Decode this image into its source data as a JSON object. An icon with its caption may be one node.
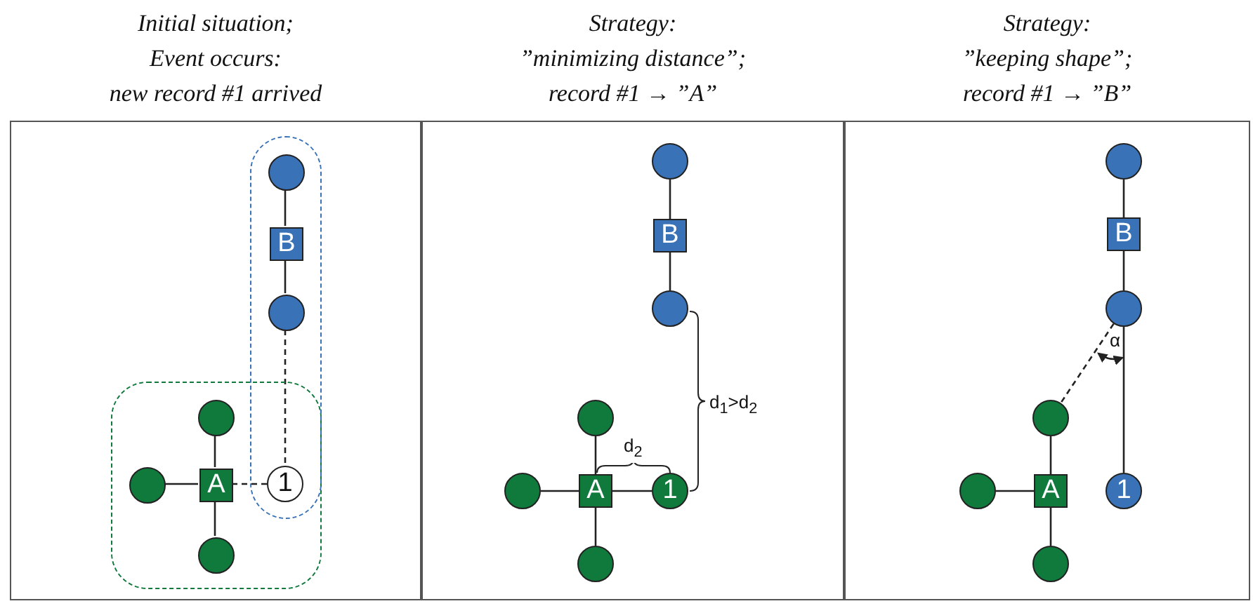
{
  "diagram": {
    "nodes": [
      {
        "text": [
          "Initial situation; Event occurs: new record #1 arrived"
        ]
      },
      {
        "text": [],
        "shape": "box",
        "in": 0
      },
      {
        "text": [],
        "shape": "box",
        "in": 0
      },
      {
        "text": [],
        "shape": "circle",
        "in": 2
      },
      {
        "text": [
          "B"
        ],
        "in": 2
      },
      {
        "text": [],
        "shape": "circle",
        "in": 2
      },
      {
        "text": [
          "1"
        ]
      },
      {
        "text": [],
        "shape": "circle",
        "in": 1
      },
      {
        "text": [],
        "shape": "circle",
        "in": 1
      },
      {
        "text": [
          "A"
        ],
        "in": 1
      },
      {
        "text": [],
        "shape": "circle",
        "in": 1
      },
      {
        "text": [
          "Strategy: ”minimizing distance”; record #1 → ”A”"
        ]
      },
      {
        "text": [],
        "shape": "circle",
        "in": 11
      },
      {
        "text": [
          "B"
        ],
        "in": 11
      },
      {
        "text": [],
        "shape": "circle",
        "in": 11
      },
      {
        "text": [],
        "shape": "circle",
        "in": 11
      },
      {
        "text": [],
        "shape": "circle",
        "in": 11
      },
      {
        "text": [
          "A"
        ],
        "in": 11
      },
      {
        "text": [
          "1"
        ],
        "in": 11
      },
      {
        "text": [],
        "shape": "circle",
        "in": 11
      },
      {
        "text": [
          "Strategy: ”keeping shape”; record #1 → ”B”"
        ]
      },
      {
        "text": [],
        "shape": "circle",
        "in": 20
      },
      {
        "text": [
          "B"
        ],
        "in": 20
      },
      {
        "text": [],
        "shape": "circle",
        "in": 20
      },
      {
        "text": [],
        "shape": "circle",
        "in": 20
      },
      {
        "text": [],
        "shape": "circle",
        "in": 20
      },
      {
        "text": [
          "A"
        ],
        "in": 20
      },
      {
        "text": [
          "1"
        ],
        "in": 20
      },
      {
        "text": [],
        "shape": "circle",
        "in": 20
      }
    ],
    "edges": [
      {
        "from": 3,
        "to": 4,
        "arrow": "none"
      },
      {
        "from": 4,
        "to": 5,
        "arrow": "none"
      },
      {
        "from": 5,
        "to": 6,
        "arrow": "none",
        "style": "dashed"
      },
      {
        "from": 9,
        "to": 7,
        "arrow": "none"
      },
      {
        "from": 9,
        "to": 8,
        "arrow": "none"
      },
      {
        "from": 9,
        "to": 10,
        "arrow": "none"
      },
      {
        "from": 9,
        "to": 6,
        "arrow": "none",
        "style": "dashed"
      },
      {
        "from": 12,
        "to": 13,
        "arrow": "none"
      },
      {
        "from": 13,
        "to": 14,
        "arrow": "none"
      },
      {
        "from": 17,
        "to": 15,
        "arrow": "none"
      },
      {
        "from": 17,
        "to": 16,
        "arrow": "none"
      },
      {
        "from": 17,
        "to": 19,
        "arrow": "none"
      },
      {
        "from": 17,
        "to": 18,
        "arrow": "none"
      },
      {
        "from": 21,
        "to": 22,
        "arrow": "none"
      },
      {
        "from": 22,
        "to": 23,
        "arrow": "none"
      },
      {
        "from": 23,
        "to": 27,
        "arrow": "none"
      },
      {
        "from": 23,
        "to": 24,
        "arrow": "none",
        "style": "dashed"
      },
      {
        "from": 26,
        "to": 24,
        "arrow": "none"
      },
      {
        "from": 26,
        "to": 25,
        "arrow": "none"
      },
      {
        "from": 26,
        "to": 28,
        "arrow": "none"
      }
    ],
    "labels": [
      "d$_{2}$",
      "d$_{1}$>d$_{2}$",
      "α"
    ]
  }
}
